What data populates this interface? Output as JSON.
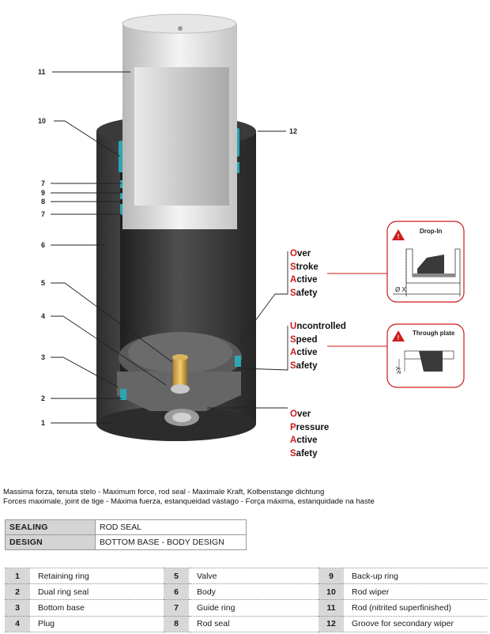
{
  "callouts": [
    {
      "n": "11"
    },
    {
      "n": "10"
    },
    {
      "n": "7"
    },
    {
      "n": "9"
    },
    {
      "n": "8"
    },
    {
      "n": "7"
    },
    {
      "n": "6"
    },
    {
      "n": "5"
    },
    {
      "n": "4"
    },
    {
      "n": "3"
    },
    {
      "n": "2"
    },
    {
      "n": "1"
    },
    {
      "n": "12"
    }
  ],
  "osas": [
    "Over",
    "Stroke",
    "Active",
    "Safety"
  ],
  "usas": [
    "Uncontrolled",
    "Speed",
    "Active",
    "Safety"
  ],
  "opas": [
    "Over",
    "Pressure",
    "Active",
    "Safety"
  ],
  "drop_in": {
    "title": "Drop-In",
    "dim": "Ø X"
  },
  "through_plate": {
    "title": "Through plate",
    "dim": "≥Y"
  },
  "description": {
    "line1": "Massima forza, tenuta stelo - Maximum force, rod seal - Maximale Kraft, Kolbenstange dichtung",
    "line2": "Forces maximale, joint de tige - Máxima fuerza, estanqueidad vástago - Força máxima, estanquidade na haste"
  },
  "spec": {
    "sealing_key": "SEALING",
    "sealing_val": "ROD SEAL",
    "design_key": "DESIGN",
    "design_val": "BOTTOM BASE - BODY DESIGN"
  },
  "parts": [
    {
      "n": "1",
      "label": "Retaining ring"
    },
    {
      "n": "2",
      "label": "Dual ring seal"
    },
    {
      "n": "3",
      "label": "Bottom base"
    },
    {
      "n": "4",
      "label": "Plug"
    },
    {
      "n": "5",
      "label": "Valve"
    },
    {
      "n": "6",
      "label": "Body"
    },
    {
      "n": "7",
      "label": "Guide ring"
    },
    {
      "n": "8",
      "label": "Rod seal"
    },
    {
      "n": "9",
      "label": "Back-up ring"
    },
    {
      "n": "10",
      "label": "Rod wiper"
    },
    {
      "n": "11",
      "label": "Rod (nitrited superfinished)"
    },
    {
      "n": "12",
      "label": "Groove for secondary wiper"
    }
  ],
  "colors": {
    "accent": "#cc1b1b",
    "cylinder": "#4a4a4a",
    "seal": "#2aa7b3"
  }
}
